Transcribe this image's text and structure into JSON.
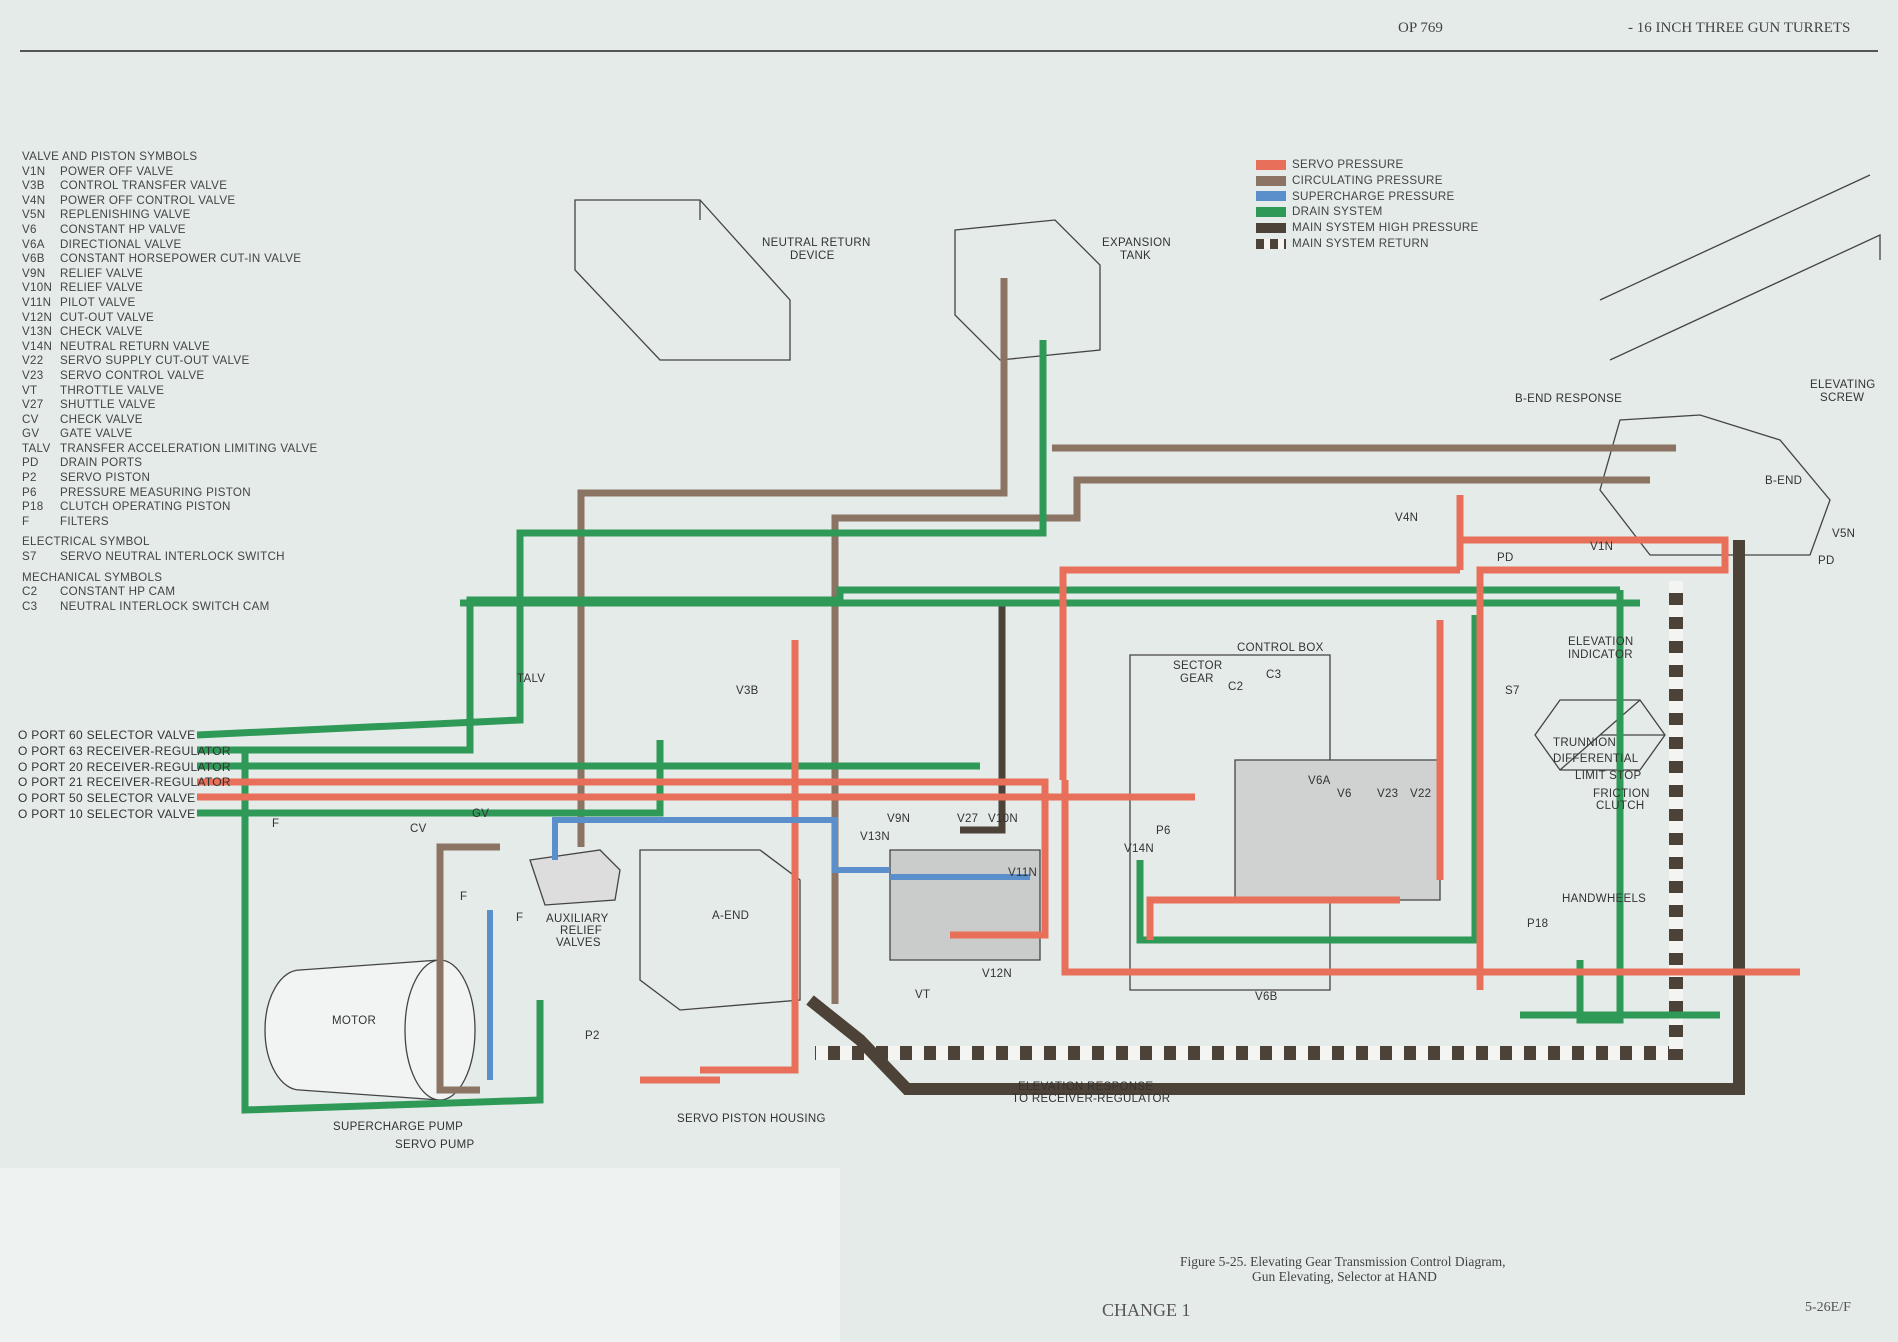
{
  "header": {
    "doc_id": "OP 769",
    "title": "- 16 INCH THREE GUN TURRETS"
  },
  "symbols": {
    "valve_heading": "VALVE AND PISTON SYMBOLS",
    "valves": [
      {
        "code": "V1N",
        "desc": "POWER OFF VALVE"
      },
      {
        "code": "V3B",
        "desc": "CONTROL TRANSFER VALVE"
      },
      {
        "code": "V4N",
        "desc": "POWER OFF CONTROL VALVE"
      },
      {
        "code": "V5N",
        "desc": "REPLENISHING VALVE"
      },
      {
        "code": "V6",
        "desc": "CONSTANT HP VALVE"
      },
      {
        "code": "V6A",
        "desc": "DIRECTIONAL VALVE"
      },
      {
        "code": "V6B",
        "desc": "CONSTANT HORSEPOWER CUT-IN VALVE"
      },
      {
        "code": "V9N",
        "desc": "RELIEF VALVE"
      },
      {
        "code": "V10N",
        "desc": "RELIEF VALVE"
      },
      {
        "code": "V11N",
        "desc": "PILOT VALVE"
      },
      {
        "code": "V12N",
        "desc": "CUT-OUT VALVE"
      },
      {
        "code": "V13N",
        "desc": "CHECK VALVE"
      },
      {
        "code": "V14N",
        "desc": "NEUTRAL RETURN VALVE"
      },
      {
        "code": "V22",
        "desc": "SERVO SUPPLY CUT-OUT VALVE"
      },
      {
        "code": "V23",
        "desc": "SERVO CONTROL VALVE"
      },
      {
        "code": "VT",
        "desc": "THROTTLE VALVE"
      },
      {
        "code": "V27",
        "desc": "SHUTTLE VALVE"
      },
      {
        "code": "CV",
        "desc": "CHECK VALVE"
      },
      {
        "code": "GV",
        "desc": "GATE VALVE"
      },
      {
        "code": "TALV",
        "desc": "TRANSFER ACCELERATION LIMITING VALVE"
      },
      {
        "code": "PD",
        "desc": "DRAIN PORTS"
      },
      {
        "code": "P2",
        "desc": "SERVO PISTON"
      },
      {
        "code": "P6",
        "desc": "PRESSURE MEASURING PISTON"
      },
      {
        "code": "P18",
        "desc": "CLUTCH OPERATING PISTON"
      },
      {
        "code": "F",
        "desc": "FILTERS"
      }
    ],
    "electrical_heading": "ELECTRICAL SYMBOL",
    "electrical": [
      {
        "code": "S7",
        "desc": "SERVO NEUTRAL INTERLOCK SWITCH"
      }
    ],
    "mechanical_heading": "MECHANICAL SYMBOLS",
    "mechanical": [
      {
        "code": "C2",
        "desc": "CONSTANT HP CAM"
      },
      {
        "code": "C3",
        "desc": "NEUTRAL INTERLOCK SWITCH CAM"
      }
    ]
  },
  "legend": [
    {
      "label": "SERVO PRESSURE",
      "color": "#e8705a"
    },
    {
      "label": "CIRCULATING PRESSURE",
      "color": "#8c7464"
    },
    {
      "label": "SUPERCHARGE PRESSURE",
      "color": "#5b8fcb"
    },
    {
      "label": "DRAIN SYSTEM",
      "color": "#2f9a57"
    },
    {
      "label": "MAIN SYSTEM HIGH PRESSURE",
      "color": "#4d4237"
    },
    {
      "label": "MAIN SYSTEM RETURN",
      "color": "checker"
    }
  ],
  "ports": [
    "O PORT 60 SELECTOR VALVE",
    "O PORT 63 RECEIVER-REGULATOR",
    "O PORT 20 RECEIVER-REGULATOR",
    "O PORT 21 RECEIVER-REGULATOR",
    "O PORT 50 SELECTOR VALVE",
    "O PORT 10 SELECTOR VALVE"
  ],
  "labels": {
    "neutral_return_device": [
      "NEUTRAL RETURN",
      "DEVICE"
    ],
    "expansion_tank": [
      "EXPANSION",
      "TANK"
    ],
    "b_end_response": "B-END RESPONSE",
    "elevating_screw": [
      "ELEVATING",
      "SCREW"
    ],
    "b_end": "B-END",
    "v5n": "V5N",
    "pd_right": "PD",
    "v1n": "V1N",
    "v4n": "V4N",
    "pd_v4n": "PD",
    "control_box": "CONTROL BOX",
    "sector_gear": [
      "SECTOR",
      "GEAR"
    ],
    "c3": "C3",
    "c2": "C2",
    "elevation_indicator": [
      "ELEVATION",
      "INDICATOR"
    ],
    "s7": "S7",
    "trunnion": "TRUNNION",
    "differential": "DIFFERENTIAL",
    "limit_stop": "LIMIT STOP",
    "friction_clutch": [
      "FRICTION",
      "CLUTCH"
    ],
    "handwheels": "HANDWHEELS",
    "p18": "P18",
    "v6a": "V6A",
    "v6": "V6",
    "v23": "V23",
    "v22": "V22",
    "p6": "P6",
    "v14n": "V14N",
    "v6b": "V6B",
    "v9n": "V9N",
    "v27": "V27",
    "v10n": "V10N",
    "v13n": "V13N",
    "v11n": "V11N",
    "v12n": "V12N",
    "vt": "VT",
    "elevation_response": [
      "ELEVATION RESPONSE",
      "TO RECEIVER-REGULATOR"
    ],
    "a_end": "A-END",
    "auxiliary_relief_valves": [
      "AUXILIARY",
      "RELIEF",
      "VALVES"
    ],
    "motor": "MOTOR",
    "supercharge_pump": "SUPERCHARGE PUMP",
    "servo_pump": "SERVO PUMP",
    "servo_piston_housing": "SERVO PISTON HOUSING",
    "p2": "P2",
    "f1": "F",
    "f2": "F",
    "talv": "TALV",
    "v3b": "V3B",
    "f_filter": "F",
    "cv": "CV",
    "gv": "GV"
  },
  "caption": {
    "line1": "Figure 5-25.  Elevating Gear Transmission Control Diagram,",
    "line2": "Gun Elevating,  Selector at HAND"
  },
  "footer": {
    "change": "CHANGE 1",
    "page": "5-26E/F"
  }
}
